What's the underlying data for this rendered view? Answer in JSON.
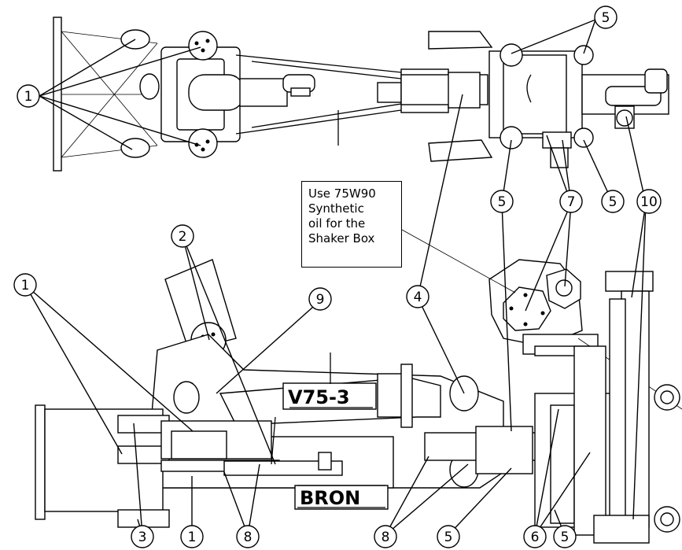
{
  "note": {
    "line1": "Use 75W90",
    "line2": "Synthetic",
    "line3": "oil for the",
    "line4": "Shaker Box"
  },
  "labels": {
    "model": "V75-3",
    "brand": "BRON"
  },
  "callouts": {
    "c1_top": "1",
    "c5_top": "5",
    "c5_mid_left": "5",
    "c7_mid": "7",
    "c5_mid_right": "5",
    "c10": "10",
    "c2": "2",
    "c1_left": "1",
    "c9": "9",
    "c4": "4",
    "c3": "3",
    "c1_bottom": "1",
    "c8_left": "8",
    "c8_right": "8",
    "c5_bottom": "5",
    "c6": "6",
    "c5_bottom_right": "5"
  }
}
